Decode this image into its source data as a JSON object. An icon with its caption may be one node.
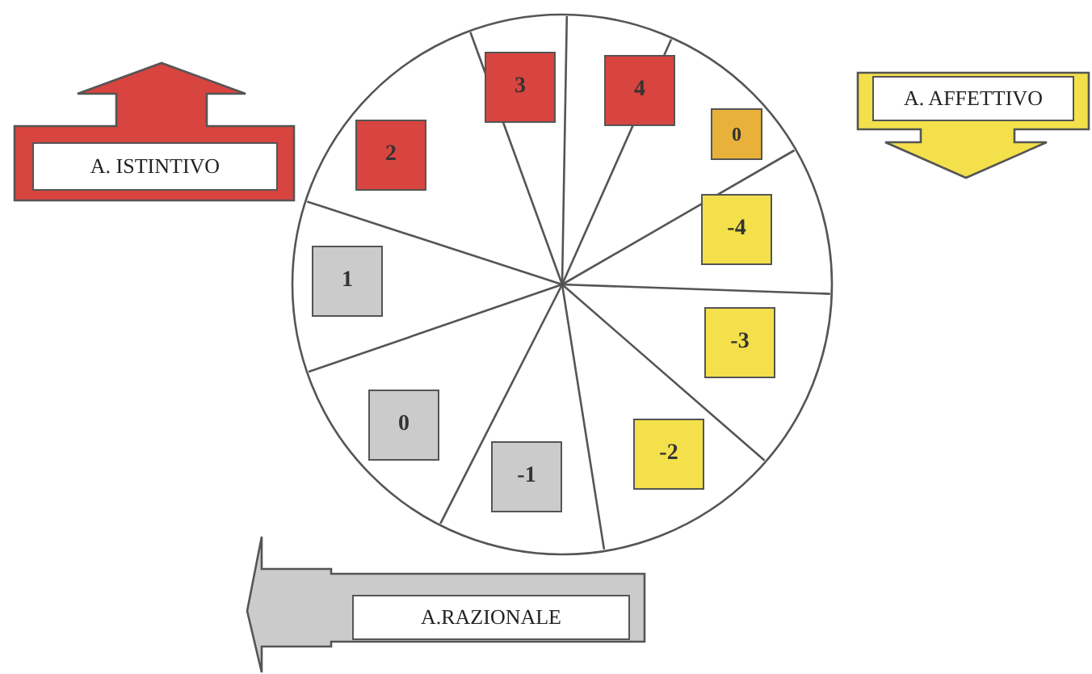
{
  "diagram": {
    "nodes": [
      {
        "text": [],
        "shape": "circle"
      },
      {
        "text": [
          "2"
        ],
        "in": 0
      },
      {
        "text": [
          "3"
        ],
        "in": 0
      },
      {
        "text": [
          "4"
        ],
        "in": 0
      },
      {
        "text": [
          "0"
        ],
        "in": 0
      },
      {
        "text": [
          "-4"
        ],
        "in": 0
      },
      {
        "text": [
          "-3"
        ],
        "in": 0
      },
      {
        "text": [
          "-2"
        ],
        "in": 0
      },
      {
        "text": [
          "-1"
        ],
        "in": 0
      },
      {
        "text": [
          "0"
        ],
        "in": 0
      },
      {
        "text": [
          "1"
        ],
        "in": 0
      },
      {
        "text": [
          "A. ISTINTIVO"
        ]
      },
      {
        "text": [
          "A. AFFETTIVO"
        ]
      },
      {
        "text": [
          "A.RAZIONALE"
        ]
      }
    ],
    "edges": []
  }
}
